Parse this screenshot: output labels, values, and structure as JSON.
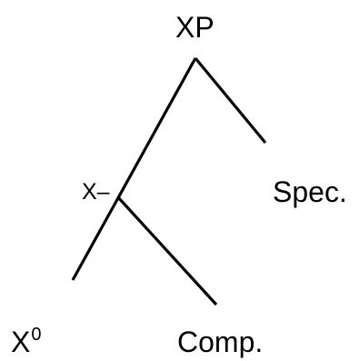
{
  "diagram": {
    "nodes": {
      "root": "XP",
      "intermediate": "X–",
      "specifier": "Spec.",
      "head_base": "X",
      "head_superscript": "0",
      "complement": "Comp."
    },
    "edges": [
      {
        "from": "root",
        "to": "intermediate"
      },
      {
        "from": "root",
        "to": "specifier"
      },
      {
        "from": "intermediate",
        "to": "head"
      },
      {
        "from": "intermediate",
        "to": "complement"
      }
    ],
    "line_color": "#000000",
    "text_color": "#000000",
    "background": "#ffffff"
  }
}
